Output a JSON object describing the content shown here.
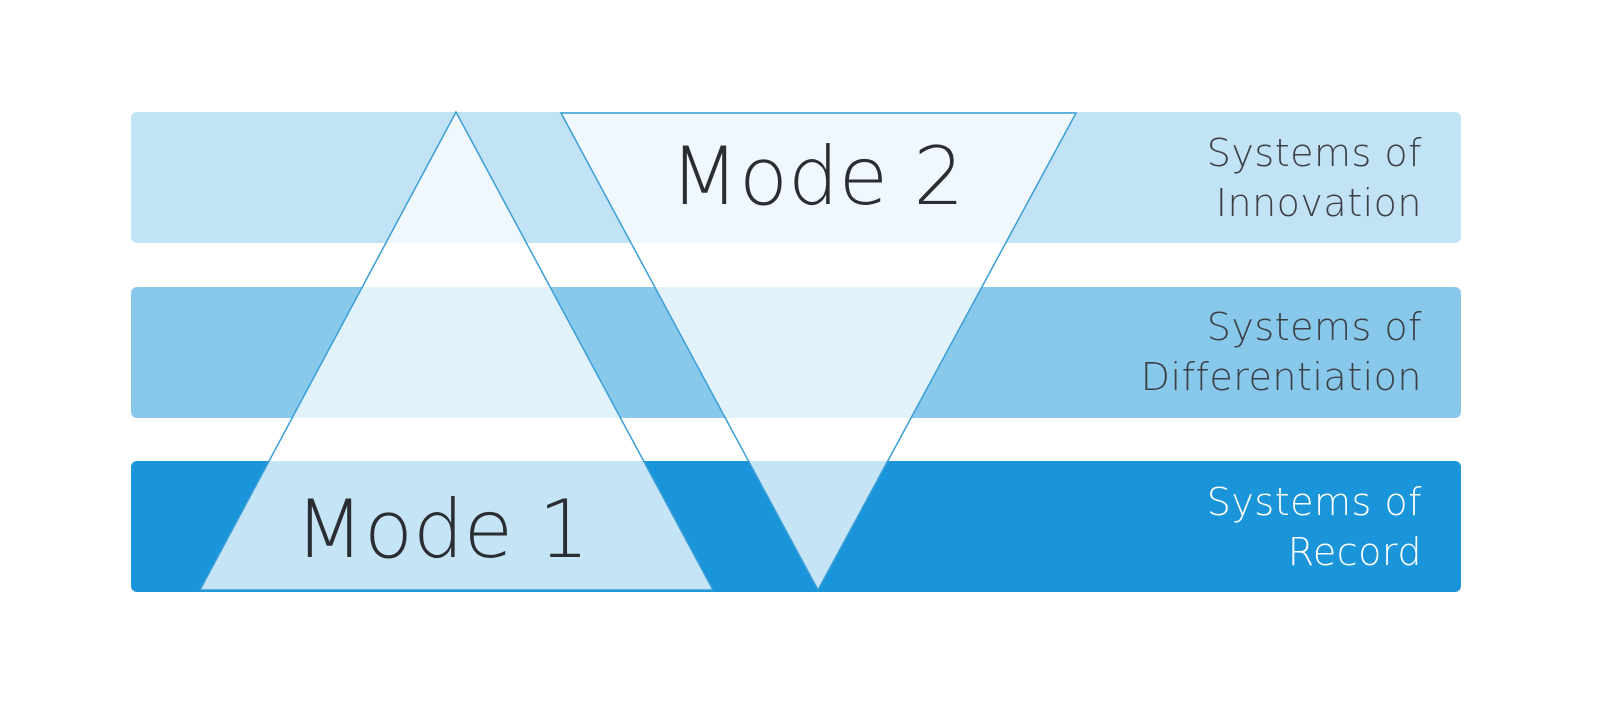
{
  "bands": [
    {
      "label_line1": "Systems of",
      "label_line2": "Innovation",
      "color": "#c2e3f5",
      "text_color": "#3c4046"
    },
    {
      "label_line1": "Systems of",
      "label_line2": "Differentiation",
      "color": "#88c9eb",
      "text_color": "#3c4046"
    },
    {
      "label_line1": "Systems of",
      "label_line2": "Record",
      "color": "#1b95d9",
      "text_color": "#ffffff"
    }
  ],
  "modes": {
    "mode1": "Mode 1",
    "mode2": "Mode 2"
  },
  "colors": {
    "triangle_stroke": "#3a9ed8",
    "triangle_fill": "#ffffff"
  }
}
